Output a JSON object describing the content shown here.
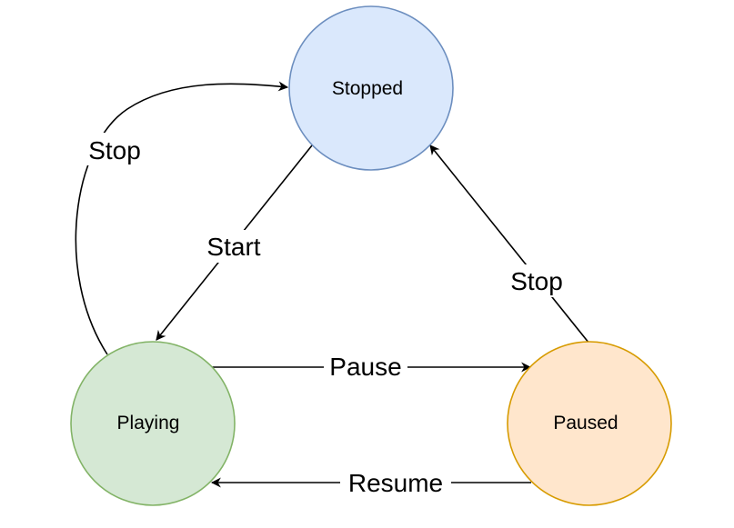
{
  "diagram": {
    "type": "state-machine",
    "nodes": [
      {
        "id": "stopped",
        "label": "Stopped",
        "fill": "#dae8fc",
        "stroke": "#6c8ebf"
      },
      {
        "id": "playing",
        "label": "Playing",
        "fill": "#d5e8d4",
        "stroke": "#82b366"
      },
      {
        "id": "paused",
        "label": "Paused",
        "fill": "#ffe6cc",
        "stroke": "#d79b00"
      }
    ],
    "edges": [
      {
        "from": "stopped",
        "to": "playing",
        "label": "Start"
      },
      {
        "from": "playing",
        "to": "stopped",
        "label": "Stop"
      },
      {
        "from": "playing",
        "to": "paused",
        "label": "Pause"
      },
      {
        "from": "paused",
        "to": "playing",
        "label": "Resume"
      },
      {
        "from": "paused",
        "to": "stopped",
        "label": "Stop"
      }
    ]
  }
}
